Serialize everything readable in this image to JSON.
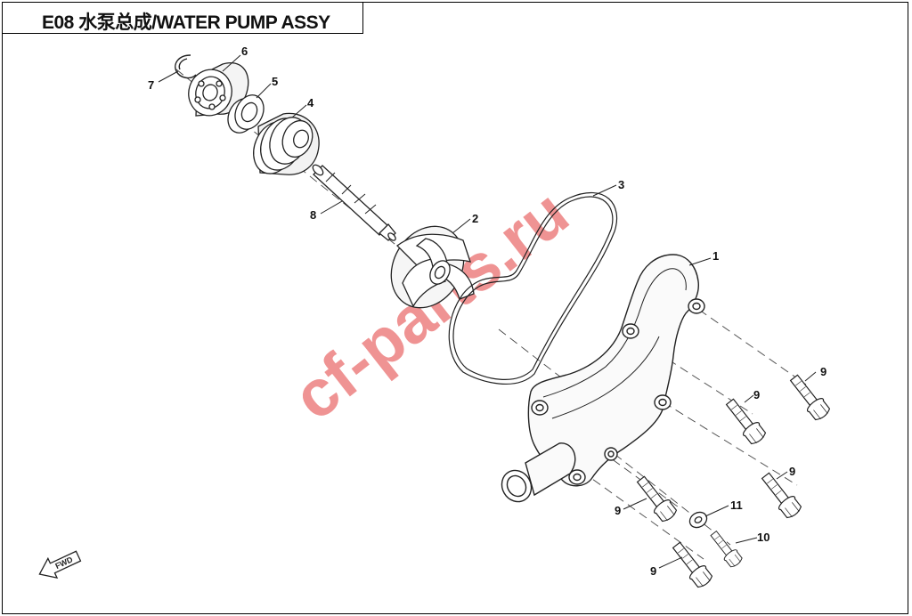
{
  "header": {
    "title": "E08 水泵总成/WATER PUMP ASSY"
  },
  "watermark": {
    "text": "cf-parts.ru",
    "color": "#e23b3b"
  },
  "fwd_label": "FWD",
  "callouts": [
    {
      "id": "c1",
      "number": "1"
    },
    {
      "id": "c2",
      "number": "2"
    },
    {
      "id": "c3",
      "number": "3"
    },
    {
      "id": "c4",
      "number": "4"
    },
    {
      "id": "c5",
      "number": "5"
    },
    {
      "id": "c6",
      "number": "6"
    },
    {
      "id": "c7",
      "number": "7"
    },
    {
      "id": "c8",
      "number": "8"
    },
    {
      "id": "c9a",
      "number": "9"
    },
    {
      "id": "c9b",
      "number": "9"
    },
    {
      "id": "c9c",
      "number": "9"
    },
    {
      "id": "c9d",
      "number": "9"
    },
    {
      "id": "c9e",
      "number": "9"
    },
    {
      "id": "c10",
      "number": "10"
    },
    {
      "id": "c11",
      "number": "11"
    }
  ]
}
